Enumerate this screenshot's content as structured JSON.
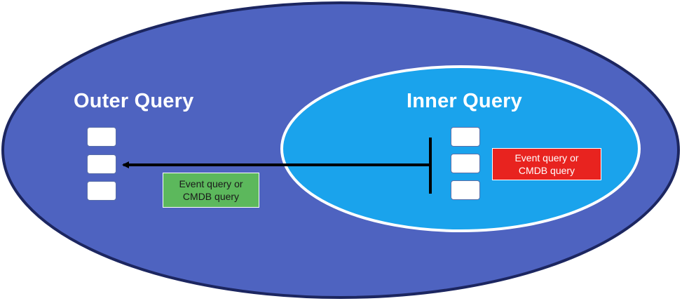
{
  "outer": {
    "title": "Outer Query",
    "fill": "#4e63c0",
    "rows": 3
  },
  "inner": {
    "title": "Inner Query",
    "fill": "#1aa3ec",
    "rows": 3
  },
  "outer_label": {
    "text": "Event query or\nCMDB query",
    "fill": "#5cb85c"
  },
  "inner_label": {
    "text": "Event query or\nCMDB query",
    "fill": "#e8231f"
  }
}
